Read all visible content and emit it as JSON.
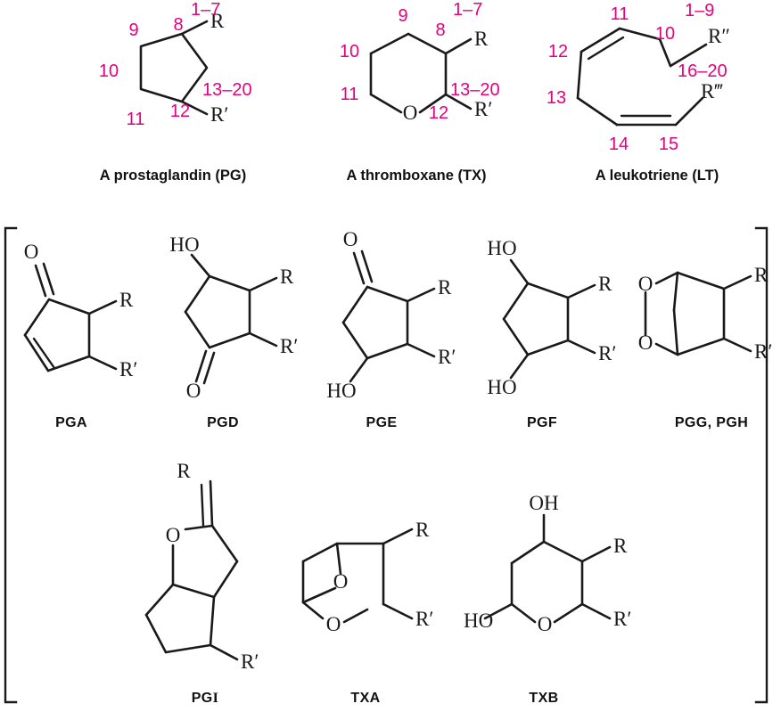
{
  "colors": {
    "number_magenta": "#E5007E",
    "bond_black": "#1a1a1a",
    "caption_black": "#111111",
    "background": "#ffffff"
  },
  "top_row": {
    "prostaglandin": {
      "caption": "A prostaglandin (PG)",
      "ring_type": "cyclopentane",
      "numbers": [
        "8",
        "9",
        "10",
        "11",
        "12"
      ],
      "chain_labels": [
        "1–7",
        "13–20"
      ],
      "substituents": [
        "R",
        "R′"
      ]
    },
    "thromboxane": {
      "caption": "A thromboxane (TX)",
      "ring_type": "pyran",
      "numbers": [
        "8",
        "9",
        "10",
        "11",
        "12"
      ],
      "chain_labels": [
        "1–7",
        "13–20"
      ],
      "substituents": [
        "R",
        "R′"
      ],
      "heteroatom": "O"
    },
    "leukotriene": {
      "caption": "A leukotriene (LT)",
      "ring_type": "open-chain-triene",
      "numbers": [
        "10",
        "11",
        "12",
        "13",
        "14",
        "15"
      ],
      "chain_labels": [
        "1–9",
        "16–20"
      ],
      "substituents": [
        "R″",
        "R‴"
      ]
    }
  },
  "bracket_group": {
    "row1": [
      {
        "caption": "PGA",
        "substituents": [
          "R",
          "R′"
        ],
        "heteroatom_labels": [
          "O"
        ]
      },
      {
        "caption": "PGD",
        "substituents": [
          "R",
          "R′"
        ],
        "heteroatom_labels": [
          "HO",
          "O"
        ]
      },
      {
        "caption": "PGE",
        "substituents": [
          "R",
          "R′"
        ],
        "heteroatom_labels": [
          "O",
          "HO"
        ]
      },
      {
        "caption": "PGF",
        "substituents": [
          "R",
          "R′"
        ],
        "heteroatom_labels": [
          "HO",
          "HO"
        ]
      },
      {
        "caption": "PGG, PGH",
        "substituents": [
          "R",
          "R′"
        ],
        "heteroatom_labels": [
          "O",
          "O"
        ]
      }
    ],
    "row2": [
      {
        "caption_pre": "PG",
        "caption_post": "I",
        "caption": "PGI",
        "substituents": [
          "R",
          "R′"
        ],
        "heteroatom_labels": [
          "O"
        ]
      },
      {
        "caption": "TXA",
        "substituents": [
          "R",
          "R′"
        ],
        "heteroatom_labels": [
          "O",
          "O"
        ]
      },
      {
        "caption": "TXB",
        "substituents": [
          "R",
          "R′"
        ],
        "heteroatom_labels": [
          "OH",
          "HO",
          "O"
        ]
      }
    ]
  }
}
